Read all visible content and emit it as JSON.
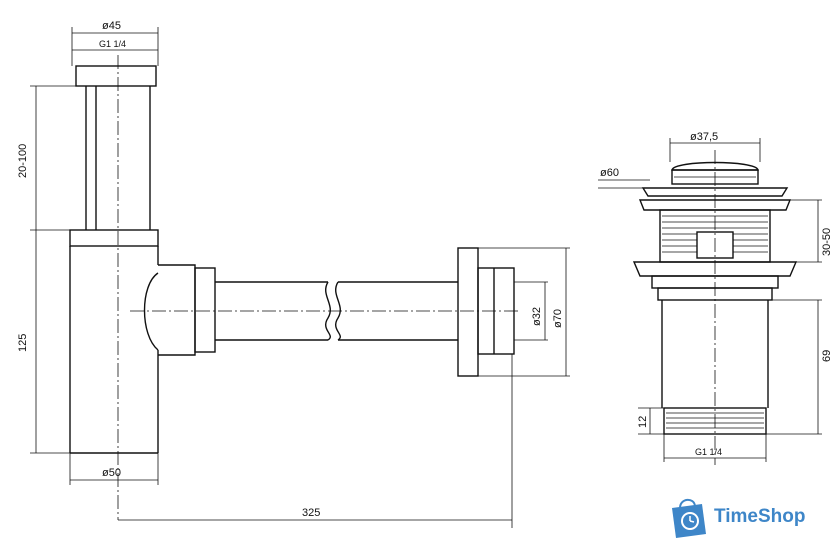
{
  "siphon": {
    "top_diameter": "ø45",
    "top_thread": "G1 1/4",
    "top_height": "20-100",
    "body_height": "125",
    "body_diameter": "ø50",
    "outlet_diameter_inner": "ø32",
    "outlet_diameter_outer": "ø70",
    "length": "325"
  },
  "drain_valve": {
    "cap_diameter": "ø37,5",
    "flange_diameter": "ø60",
    "clamp_range": "30-50",
    "body_length": "69",
    "thread_length": "12",
    "bottom_thread": "G1 1/4"
  },
  "brand": {
    "logo_text": "TimeShop",
    "accent_color": "#3e86c8"
  }
}
